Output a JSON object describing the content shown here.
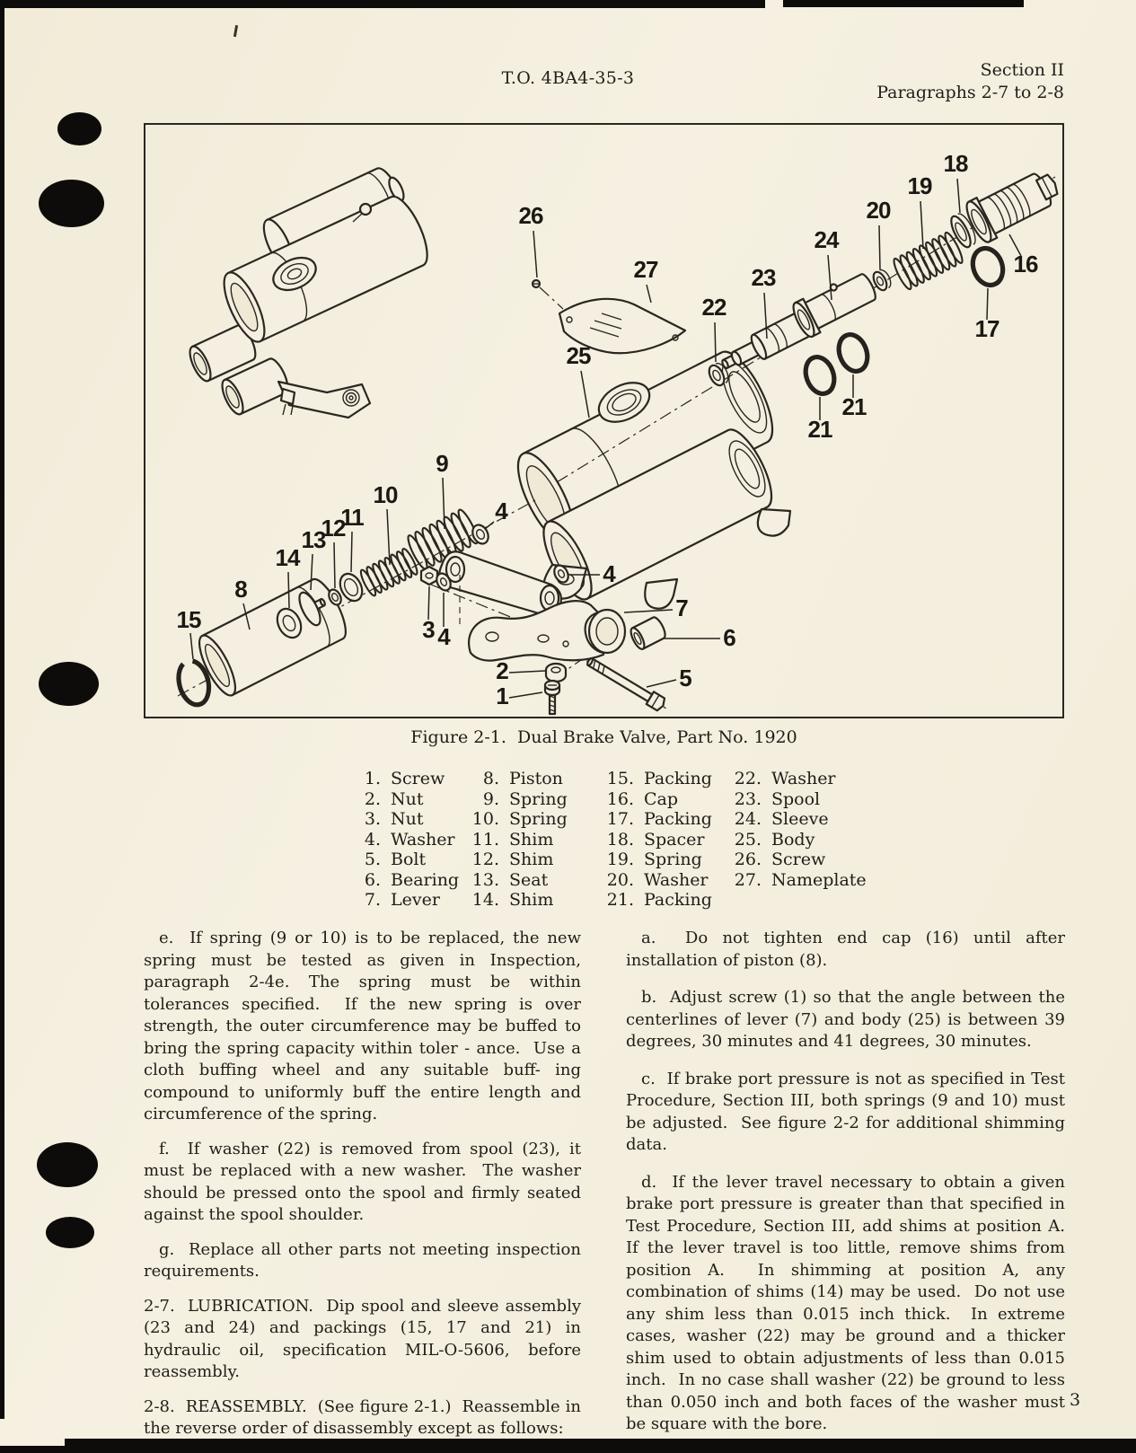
{
  "header": {
    "to_number": "T.O. 4BA4-35-3",
    "section": "Section II",
    "paragraph_range": "Paragraphs 2-7 to 2-8"
  },
  "figure": {
    "caption": "Figure 2-1.  Dual Brake Valve, Part No. 1920",
    "callouts": [
      "26",
      "25",
      "27",
      "22",
      "23",
      "24",
      "20",
      "19",
      "18",
      "16",
      "17",
      "21",
      "21",
      "15",
      "8",
      "14",
      "13",
      "12",
      "11",
      "10",
      "9",
      "4",
      "3",
      "4",
      "2",
      "1",
      "4",
      "7",
      "6",
      "5"
    ]
  },
  "parts_list": {
    "columns": [
      {
        "rows": [
          {
            "num": "1.",
            "name": "Screw"
          },
          {
            "num": "2.",
            "name": "Nut"
          },
          {
            "num": "3.",
            "name": "Nut"
          },
          {
            "num": "4.",
            "name": "Washer"
          },
          {
            "num": "5.",
            "name": "Bolt"
          },
          {
            "num": "6.",
            "name": "Bearing"
          },
          {
            "num": "7.",
            "name": "Lever"
          }
        ]
      },
      {
        "rows": [
          {
            "num": "8.",
            "name": "Piston"
          },
          {
            "num": "9.",
            "name": "Spring"
          },
          {
            "num": "10.",
            "name": "Spring"
          },
          {
            "num": "11.",
            "name": "Shim"
          },
          {
            "num": "12.",
            "name": "Shim"
          },
          {
            "num": "13.",
            "name": "Seat"
          },
          {
            "num": "14.",
            "name": "Shim"
          }
        ]
      },
      {
        "rows": [
          {
            "num": "15.",
            "name": "Packing"
          },
          {
            "num": "16.",
            "name": "Cap"
          },
          {
            "num": "17.",
            "name": "Packing"
          },
          {
            "num": "18.",
            "name": "Spacer"
          },
          {
            "num": "19.",
            "name": "Spring"
          },
          {
            "num": "20.",
            "name": "Washer"
          },
          {
            "num": "21.",
            "name": "Packing"
          }
        ]
      },
      {
        "rows": [
          {
            "num": "22.",
            "name": "Washer"
          },
          {
            "num": "23.",
            "name": "Spool"
          },
          {
            "num": "24.",
            "name": "Sleeve"
          },
          {
            "num": "25.",
            "name": "Body"
          },
          {
            "num": "26.",
            "name": "Screw"
          },
          {
            "num": "27.",
            "name": "Nameplate"
          }
        ]
      }
    ]
  },
  "content": {
    "left": {
      "para_e": "e.  If spring (9 or 10) is to be replaced, the new spring must be tested as given in Inspection, paragraph 2-4e. The spring must be within tolerances specified.  If the new spring is over strength, the outer circumference may be buffed to bring the spring capacity within toler - ance.  Use a cloth buffing wheel and any suitable buff- ing compound to uniformly buff the entire length and circumference of the spring.",
      "para_f": "f.  If washer (22) is removed from spool (23), it must be replaced with a new washer.  The washer should be pressed onto the spool and firmly seated against the spool shoulder.",
      "para_g": "g.  Replace all other parts not meeting inspection requirements.",
      "para_2_7": "2-7.  LUBRICATION.  Dip spool and sleeve assembly (23 and 24) and packings (15, 17 and 21) in hydraulic oil, specification MIL-O-5606, before reassembly.",
      "para_2_8": "2-8.  REASSEMBLY.  (See figure 2-1.)  Reassemble in the reverse order of disassembly except as follows:"
    },
    "right": {
      "para_a": "a.  Do not tighten end cap (16) until after installation of piston (8).",
      "para_b": "b.  Adjust screw (1) so that the angle between the centerlines of lever (7) and body (25) is between 39 degrees, 30 minutes and 41 degrees, 30 minutes.",
      "para_c": "c.  If brake port pressure is not as specified in Test Procedure, Section III, both springs (9 and 10) must be adjusted.  See figure 2-2 for additional shimming data.",
      "para_d": "d.  If the lever travel necessary to obtain a given brake port pressure is greater than that specified in Test Procedure, Section III, add shims at position A.  If the lever travel is too little, remove shims from position A.  In shimming at position A, any combination of shims (14) may be used.  Do not use any shim less than 0.015 inch thick.  In extreme cases, washer (22) may be ground and a thicker shim used to obtain adjustments of less than 0.015 inch.  In no case shall washer (22) be ground to less than 0.050 inch and both faces of the washer must be square with the bore."
    }
  },
  "page_number": "3",
  "colors": {
    "paper": "#f3eedd",
    "ink": "#211d18",
    "scan_black": "#0d0c0a"
  }
}
